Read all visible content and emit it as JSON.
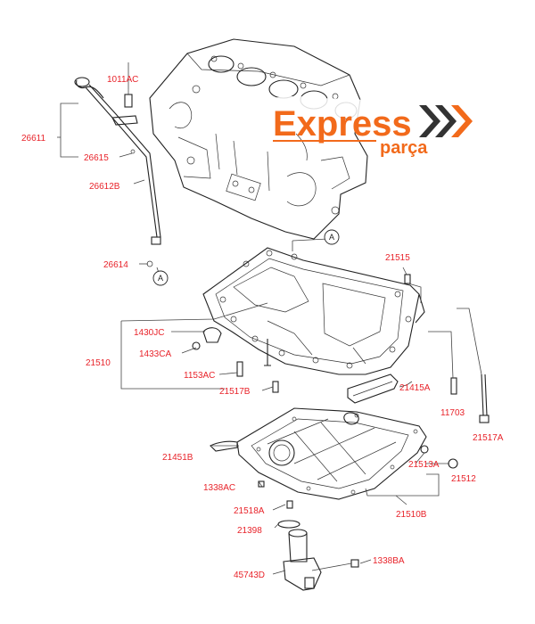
{
  "logo": {
    "main": "Express",
    "sub": "parça",
    "accent_color": "#f26a1b",
    "chevron_color": "#333333"
  },
  "reference_marker": "A",
  "label_color": "#e8232a",
  "parts": {
    "p1011AC": "1011AC",
    "p26611": "26611",
    "p26615": "26615",
    "p26612B": "26612B",
    "p26614": "26614",
    "p21515": "21515",
    "p1430JC": "1430JC",
    "p21510": "21510",
    "p1433CA": "1433CA",
    "p1153AC": "1153AC",
    "p21517B": "21517B",
    "p21415A": "21415A",
    "p11703": "11703",
    "p21517A": "21517A",
    "p21451B": "21451B",
    "p21513A": "21513A",
    "p21512": "21512",
    "p1338AC": "1338AC",
    "p21518A": "21518A",
    "p21510B": "21510B",
    "p21398": "21398",
    "p45743D": "45743D",
    "p1338BA": "1338BA"
  }
}
